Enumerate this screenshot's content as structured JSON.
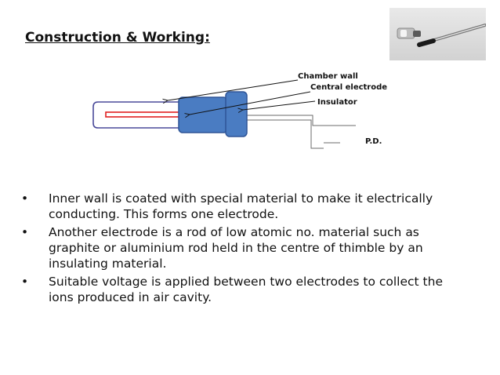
{
  "slide": {
    "title": "Construction & Working:",
    "diagram": {
      "labels": {
        "chamber_wall": "Chamber wall",
        "central_electrode": "Central electrode",
        "insulator": "Insulator",
        "pd": "P.D."
      },
      "colors": {
        "chamber_outline": "#4a4a9a",
        "electrode": "#e02020",
        "cap": "#4a7cc2",
        "cap_stroke": "#2f5597"
      }
    },
    "photo_icon": "ionization-chamber-photo",
    "bullet_glyph": "•",
    "bullets": [
      "Inner wall is coated with special material to make it electrically conducting. This forms one electrode.",
      "Another electrode is a rod of low atomic no.  material such as graphite or aluminium rod held in the centre of thimble by  an insulating material.",
      "Suitable voltage is applied between two electrodes to collect the ions produced in air cavity."
    ]
  }
}
